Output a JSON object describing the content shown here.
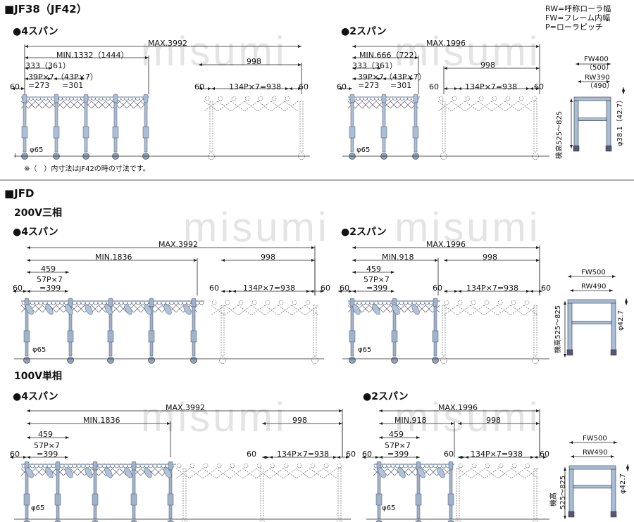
{
  "watermark": "misumi",
  "legend": [
    "RW=呼称ローラ幅",
    "FW=フレーム内幅",
    "P=ローラピッチ"
  ],
  "jf38": {
    "title": "■JF38（JF42）",
    "span4": {
      "title": "●4スパン",
      "max": "MAX.3992",
      "min": "MIN.1332（1444）",
      "w1": "333（361）",
      "p1a": "39P×7",
      "p1b": "=273",
      "p2a": "（43P×7）",
      "p2b": "=301",
      "d998": "998",
      "e1": "60",
      "e2": "60",
      "e3": "60",
      "pitch": "134P×7=938",
      "wheel": "φ65"
    },
    "span2": {
      "title": "●2スパン",
      "max": "MAX.1996",
      "min": "MIN.666（722）",
      "w1": "333（361）",
      "p1a": "39P×7",
      "p1b": "=273",
      "p2a": "（43P×7）",
      "p2b": "=301",
      "d998": "998",
      "e1": "60",
      "e2": "60",
      "e3": "60",
      "pitch": "134P×7=938",
      "wheel": "φ65"
    },
    "note": "※（　）内寸法はJF42の時の寸法です。",
    "side": {
      "fw": "FW400",
      "fw2": "（500）",
      "rw": "RW390",
      "rw2": "（490）",
      "height": "機高525～825",
      "dia": "φ38.1（42.7）"
    }
  },
  "jfd": {
    "title": "■JFD",
    "v200": {
      "title": "200V三相",
      "span4": {
        "title": "●4スパン",
        "max": "MAX.3992",
        "min": "MIN.1836",
        "w1": "459",
        "pa": "57P×7",
        "pb": "=399",
        "d998": "998",
        "e1": "60",
        "e2": "60",
        "e3": "60",
        "pitch": "134P×7=938",
        "wheel": "φ65"
      },
      "span2": {
        "title": "●2スパン",
        "max": "MAX.1996",
        "min": "MIN.918",
        "w1": "459",
        "pa": "57P×7",
        "pb": "=399",
        "d998": "998",
        "e1": "60",
        "e2": "60",
        "e3": "60",
        "pitch": "134P×7=938",
        "wheel": "φ65"
      },
      "side": {
        "fw": "FW500",
        "rw": "RW490",
        "height": "機高525～825",
        "dia": "φ42.7"
      }
    },
    "v100": {
      "title": "100V単相",
      "span4": {
        "title": "●4スパン",
        "max": "MAX.3992",
        "min": "MIN.1836",
        "w1": "459",
        "pa": "57P×7",
        "pb": "=399",
        "d998": "998",
        "e1": "60",
        "e2": "60",
        "e3": "60",
        "pitch": "134P×7=938",
        "wheel": "φ65"
      },
      "span2": {
        "title": "●2スパン",
        "max": "MAX.1996",
        "min": "MIN.918",
        "w1": "459",
        "pa": "57P×7",
        "pb": "=399",
        "d998": "998",
        "e1": "60",
        "e2": "60",
        "e3": "60",
        "pitch": "134P×7=938",
        "wheel": "φ65"
      },
      "side": {
        "fw": "FW500",
        "rw": "RW490",
        "height1": "機高",
        "height2": "525～825",
        "dia": "φ42.7"
      }
    }
  }
}
